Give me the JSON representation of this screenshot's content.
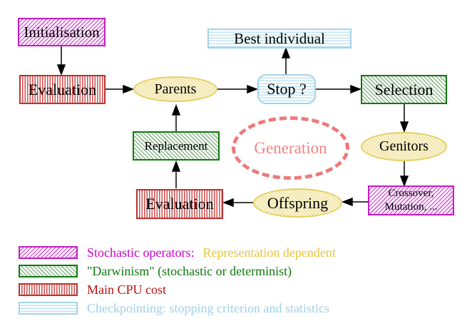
{
  "diagram": {
    "title_implicit": "Evolutionary algorithm generation loop",
    "nodes": {
      "initialisation": "Initialisation",
      "evaluation_top": "Evaluation",
      "parents": "Parents",
      "stop": "Stop ?",
      "best_individual": "Best individual",
      "selection": "Selection",
      "genitors": "Genitors",
      "crossover_line1": "Crossover,",
      "crossover_line2": "Mutation, ...",
      "offspring": "Offspring",
      "evaluation_bottom": "Evaluation",
      "replacement": "Replacement",
      "generation": "Generation"
    },
    "edges": [
      {
        "from": "initialisation",
        "to": "evaluation_top"
      },
      {
        "from": "evaluation_top",
        "to": "parents"
      },
      {
        "from": "parents",
        "to": "stop"
      },
      {
        "from": "stop",
        "to": "best_individual"
      },
      {
        "from": "stop",
        "to": "selection"
      },
      {
        "from": "selection",
        "to": "genitors"
      },
      {
        "from": "genitors",
        "to": "crossover_mutation"
      },
      {
        "from": "crossover_mutation",
        "to": "offspring"
      },
      {
        "from": "offspring",
        "to": "evaluation_bottom"
      },
      {
        "from": "evaluation_bottom",
        "to": "replacement"
      },
      {
        "from": "replacement",
        "to": "parents"
      }
    ],
    "colors": {
      "magenta_border": "#c41dc4",
      "green_border": "#0e7a0e",
      "red_border": "#c03030",
      "cyan_border": "#a2d4e6",
      "yellow_border": "#e5cf62",
      "generation_dash": "#ee7979",
      "arrow": "#000000",
      "background": "#ffffff"
    }
  },
  "legend": {
    "items": [
      {
        "pattern": "magenta-diagonal-hatch",
        "label": "Stochastic operators:",
        "label_color": "#cc00cc",
        "label_secondary": "Representation dependent",
        "label_secondary_color": "#e6c53c"
      },
      {
        "pattern": "green-diagonal-hatch",
        "label": "\"Darwinism\" (stochastic or determinist)",
        "label_color": "#0e7a0e"
      },
      {
        "pattern": "red-vertical-stripes",
        "label": "Main CPU cost",
        "label_color": "#bb1111"
      },
      {
        "pattern": "cyan-horizontal-lines",
        "label": "Checkpointing: stopping criterion and statistics",
        "label_color": "#9fd0e8"
      }
    ]
  }
}
